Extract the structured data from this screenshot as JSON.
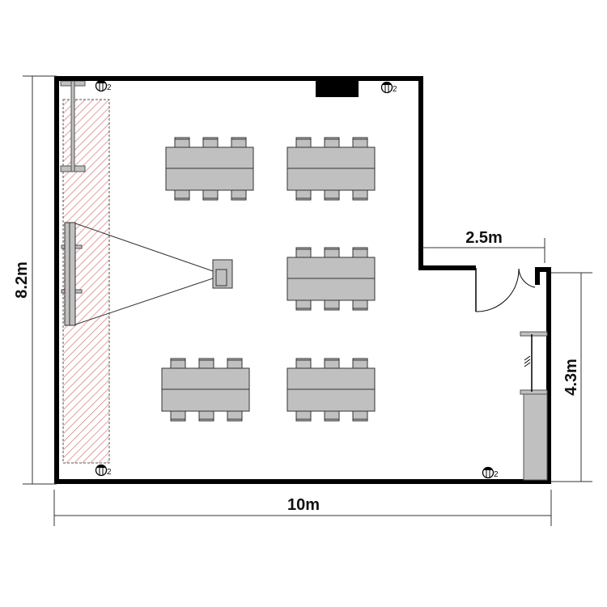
{
  "title": "Room floor plan",
  "dimensions": {
    "height_left": "8.2m",
    "width_bottom": "10m",
    "recess_width": "2.5m",
    "right_height": "4.3m"
  },
  "outlet_label": "2",
  "colors": {
    "wall": "#000000",
    "furniture": "#c0c0c0",
    "hatch": "#c87070"
  }
}
